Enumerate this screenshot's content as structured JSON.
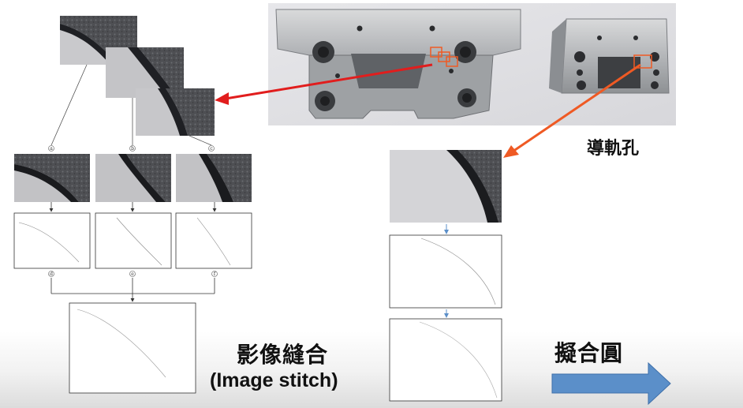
{
  "labels": {
    "guide_hole": "導軌孔",
    "image_stitch_zh": "影像縫合",
    "image_stitch_en": "(Image stitch)",
    "fit_circle": "擬合圓"
  },
  "node_markers": {
    "top": [
      "a",
      "b",
      "c"
    ],
    "bottom": [
      "d",
      "e",
      "f"
    ]
  },
  "colors": {
    "red_arrow": "#e11d1d",
    "orange_arrow": "#ef5a24",
    "blue_arrow": "#5b8fc9",
    "metal_dark": "#4a4d50",
    "metal_light": "#b8babd"
  },
  "icons": {
    "fit_arrow": "right-arrow-icon"
  }
}
